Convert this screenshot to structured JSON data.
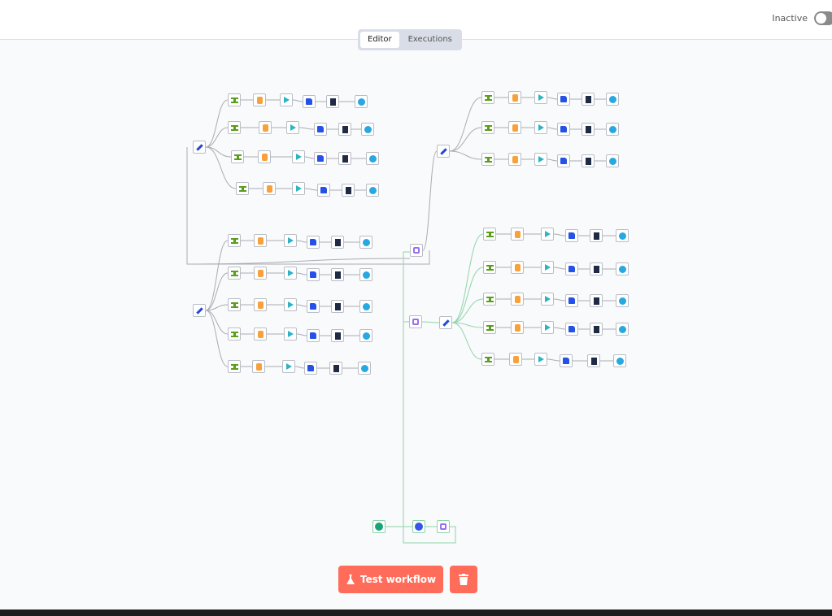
{
  "header": {
    "status_label": "Inactive",
    "active": false
  },
  "tabs": [
    {
      "label": "Editor",
      "active": true
    },
    {
      "label": "Executions",
      "active": false
    }
  ],
  "actions": {
    "test_workflow": "Test workflow",
    "test_icon": "flask-icon",
    "delete_icon": "trash-icon"
  },
  "colors": {
    "accent": "#ff6d5a",
    "toggle_off": "#8a8a8a",
    "connection": "#a9acb3",
    "active_connection": "#8fd4aa"
  },
  "workflow": {
    "row_node_types": [
      "filter",
      "db",
      "merge",
      "sheet",
      "doc",
      "tele"
    ],
    "branch_node_type": "edit",
    "join_node_type": "join",
    "trigger_nodes": [
      "trigger",
      "ai",
      "join"
    ]
  }
}
